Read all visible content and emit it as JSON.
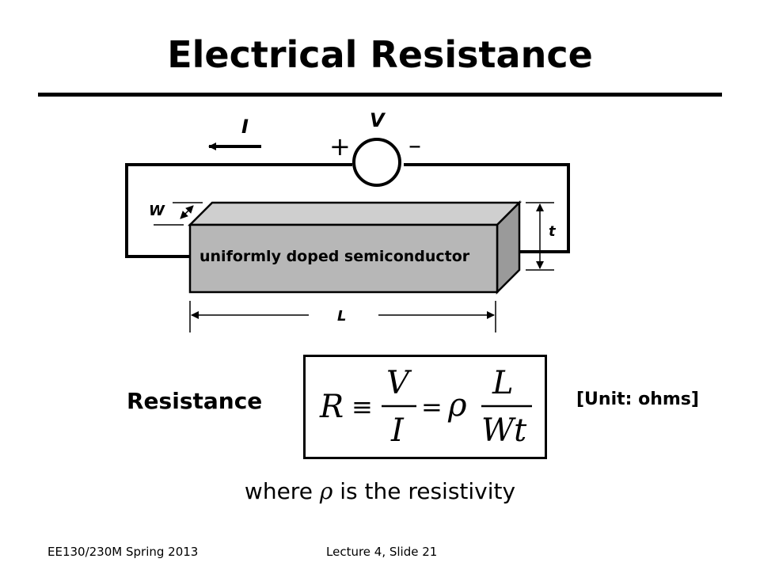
{
  "slide": {
    "title": "Electrical Resistance",
    "diagram": {
      "current_label": "I",
      "voltage_label": "V",
      "plus_sign": "+",
      "minus_sign": "–",
      "width_label": "W",
      "thickness_label": "t",
      "length_label": "L",
      "bar_label": "uniformly doped semiconductor"
    },
    "resistance_label": "Resistance",
    "formula": {
      "R": "R",
      "equiv": "≡",
      "V": "V",
      "I": "I",
      "eq": "=",
      "rho": "ρ",
      "L": "L",
      "Wt": "Wt"
    },
    "unit": "[Unit: ohms]",
    "where_prefix": "where",
    "where_symbol": "ρ",
    "where_suffix": "is the resistivity",
    "footer_left": "EE130/230M Spring 2013",
    "footer_right": "Lecture 4, Slide 21"
  }
}
